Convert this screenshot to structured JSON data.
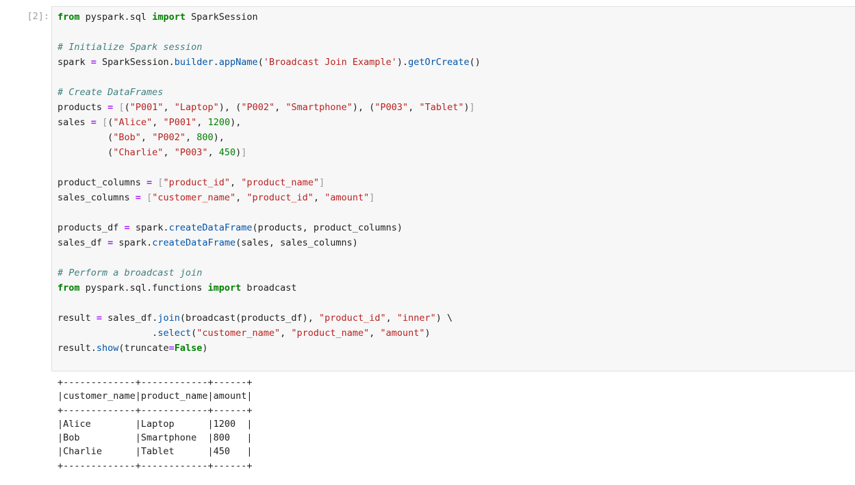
{
  "cell": {
    "prompt": "[2]:",
    "code": [
      [
        {
          "t": "kw",
          "v": "from"
        },
        {
          "t": "",
          "v": " pyspark.sql "
        },
        {
          "t": "kw",
          "v": "import"
        },
        {
          "t": "",
          "v": " SparkSession"
        }
      ],
      [],
      [
        {
          "t": "cm",
          "v": "# Initialize Spark session"
        }
      ],
      [
        {
          "t": "",
          "v": "spark "
        },
        {
          "t": "op",
          "v": "="
        },
        {
          "t": "",
          "v": " SparkSession"
        },
        {
          "t": "",
          "v": "."
        },
        {
          "t": "at",
          "v": "builder"
        },
        {
          "t": "",
          "v": "."
        },
        {
          "t": "at",
          "v": "appName"
        },
        {
          "t": "",
          "v": "("
        },
        {
          "t": "st",
          "v": "'Broadcast Join Example'"
        },
        {
          "t": "",
          "v": ")."
        },
        {
          "t": "at",
          "v": "getOrCreate"
        },
        {
          "t": "",
          "v": "()"
        }
      ],
      [],
      [
        {
          "t": "cm",
          "v": "# Create DataFrames"
        }
      ],
      [
        {
          "t": "",
          "v": "products "
        },
        {
          "t": "op",
          "v": "="
        },
        {
          "t": "",
          "v": " "
        },
        {
          "t": "br",
          "v": "["
        },
        {
          "t": "",
          "v": "("
        },
        {
          "t": "st",
          "v": "\"P001\""
        },
        {
          "t": "",
          "v": ", "
        },
        {
          "t": "st",
          "v": "\"Laptop\""
        },
        {
          "t": "",
          "v": "), ("
        },
        {
          "t": "st",
          "v": "\"P002\""
        },
        {
          "t": "",
          "v": ", "
        },
        {
          "t": "st",
          "v": "\"Smartphone\""
        },
        {
          "t": "",
          "v": "), ("
        },
        {
          "t": "st",
          "v": "\"P003\""
        },
        {
          "t": "",
          "v": ", "
        },
        {
          "t": "st",
          "v": "\"Tablet\""
        },
        {
          "t": "",
          "v": ")"
        },
        {
          "t": "br",
          "v": "]"
        }
      ],
      [
        {
          "t": "",
          "v": "sales "
        },
        {
          "t": "op",
          "v": "="
        },
        {
          "t": "",
          "v": " "
        },
        {
          "t": "br",
          "v": "["
        },
        {
          "t": "",
          "v": "("
        },
        {
          "t": "st",
          "v": "\"Alice\""
        },
        {
          "t": "",
          "v": ", "
        },
        {
          "t": "st",
          "v": "\"P001\""
        },
        {
          "t": "",
          "v": ", "
        },
        {
          "t": "nm",
          "v": "1200"
        },
        {
          "t": "",
          "v": "),"
        }
      ],
      [
        {
          "t": "",
          "v": "         ("
        },
        {
          "t": "st",
          "v": "\"Bob\""
        },
        {
          "t": "",
          "v": ", "
        },
        {
          "t": "st",
          "v": "\"P002\""
        },
        {
          "t": "",
          "v": ", "
        },
        {
          "t": "nm",
          "v": "800"
        },
        {
          "t": "",
          "v": "),"
        }
      ],
      [
        {
          "t": "",
          "v": "         ("
        },
        {
          "t": "st",
          "v": "\"Charlie\""
        },
        {
          "t": "",
          "v": ", "
        },
        {
          "t": "st",
          "v": "\"P003\""
        },
        {
          "t": "",
          "v": ", "
        },
        {
          "t": "nm",
          "v": "450"
        },
        {
          "t": "",
          "v": ")"
        },
        {
          "t": "br",
          "v": "]"
        }
      ],
      [],
      [
        {
          "t": "",
          "v": "product_columns "
        },
        {
          "t": "op",
          "v": "="
        },
        {
          "t": "",
          "v": " "
        },
        {
          "t": "br",
          "v": "["
        },
        {
          "t": "st",
          "v": "\"product_id\""
        },
        {
          "t": "",
          "v": ", "
        },
        {
          "t": "st",
          "v": "\"product_name\""
        },
        {
          "t": "br",
          "v": "]"
        }
      ],
      [
        {
          "t": "",
          "v": "sales_columns "
        },
        {
          "t": "op",
          "v": "="
        },
        {
          "t": "",
          "v": " "
        },
        {
          "t": "br",
          "v": "["
        },
        {
          "t": "st",
          "v": "\"customer_name\""
        },
        {
          "t": "",
          "v": ", "
        },
        {
          "t": "st",
          "v": "\"product_id\""
        },
        {
          "t": "",
          "v": ", "
        },
        {
          "t": "st",
          "v": "\"amount\""
        },
        {
          "t": "br",
          "v": "]"
        }
      ],
      [],
      [
        {
          "t": "",
          "v": "products_df "
        },
        {
          "t": "op",
          "v": "="
        },
        {
          "t": "",
          "v": " spark."
        },
        {
          "t": "at",
          "v": "createDataFrame"
        },
        {
          "t": "",
          "v": "(products, product_columns)"
        }
      ],
      [
        {
          "t": "",
          "v": "sales_df "
        },
        {
          "t": "op",
          "v": "="
        },
        {
          "t": "",
          "v": " spark."
        },
        {
          "t": "at",
          "v": "createDataFrame"
        },
        {
          "t": "",
          "v": "(sales, sales_columns)"
        }
      ],
      [],
      [
        {
          "t": "cm",
          "v": "# Perform a broadcast join"
        }
      ],
      [
        {
          "t": "kw",
          "v": "from"
        },
        {
          "t": "",
          "v": " pyspark.sql.functions "
        },
        {
          "t": "kw",
          "v": "import"
        },
        {
          "t": "",
          "v": " broadcast"
        }
      ],
      [],
      [
        {
          "t": "",
          "v": "result "
        },
        {
          "t": "op",
          "v": "="
        },
        {
          "t": "",
          "v": " sales_df."
        },
        {
          "t": "at",
          "v": "join"
        },
        {
          "t": "",
          "v": "(broadcast(products_df), "
        },
        {
          "t": "st",
          "v": "\"product_id\""
        },
        {
          "t": "",
          "v": ", "
        },
        {
          "t": "st",
          "v": "\"inner\""
        },
        {
          "t": "",
          "v": ") \\"
        }
      ],
      [
        {
          "t": "",
          "v": "                 ."
        },
        {
          "t": "at",
          "v": "select"
        },
        {
          "t": "",
          "v": "("
        },
        {
          "t": "st",
          "v": "\"customer_name\""
        },
        {
          "t": "",
          "v": ", "
        },
        {
          "t": "st",
          "v": "\"product_name\""
        },
        {
          "t": "",
          "v": ", "
        },
        {
          "t": "st",
          "v": "\"amount\""
        },
        {
          "t": "",
          "v": ")"
        }
      ],
      [
        {
          "t": "",
          "v": "result."
        },
        {
          "t": "at",
          "v": "show"
        },
        {
          "t": "",
          "v": "(truncate"
        },
        {
          "t": "op",
          "v": "="
        },
        {
          "t": "kw",
          "v": "False"
        },
        {
          "t": "",
          "v": ")"
        }
      ]
    ]
  },
  "output": {
    "lines": [
      "+-------------+------------+------+",
      "|customer_name|product_name|amount|",
      "+-------------+------------+------+",
      "|Alice        |Laptop      |1200  |",
      "|Bob          |Smartphone  |800   |",
      "|Charlie      |Tablet      |450   |",
      "+-------------+------------+------+"
    ]
  },
  "colors": {
    "keyword": "#008000",
    "comment": "#408080",
    "string": "#ba2121",
    "number": "#008000",
    "operator": "#aa22ff",
    "attribute": "#0055aa",
    "cell_background": "#f7f7f7",
    "prompt": "#9e9e9e"
  }
}
